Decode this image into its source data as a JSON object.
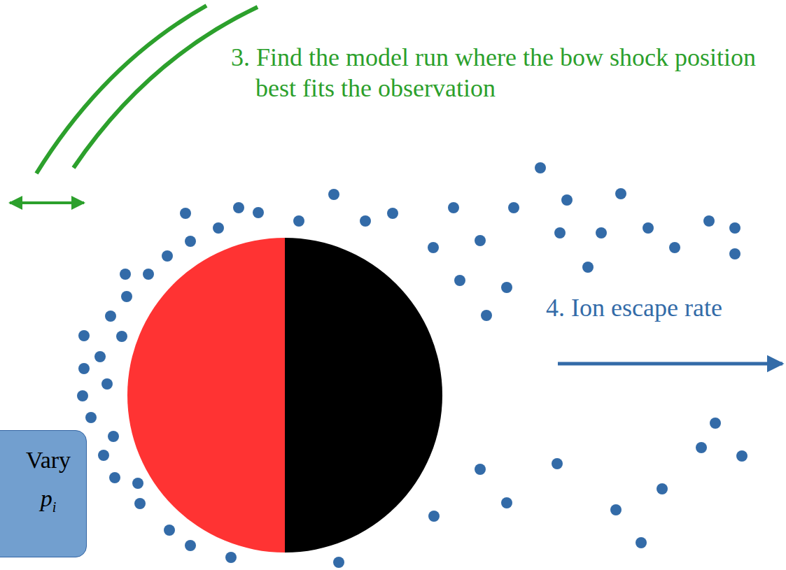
{
  "diagram": {
    "nodes": [
      {
        "text": [
          "Vary",
          "p",
          "i"
        ]
      }
    ],
    "labels": [
      "3. Find the model run where the bow shock position best fits the observation",
      "4. Ion escape rate"
    ]
  }
}
